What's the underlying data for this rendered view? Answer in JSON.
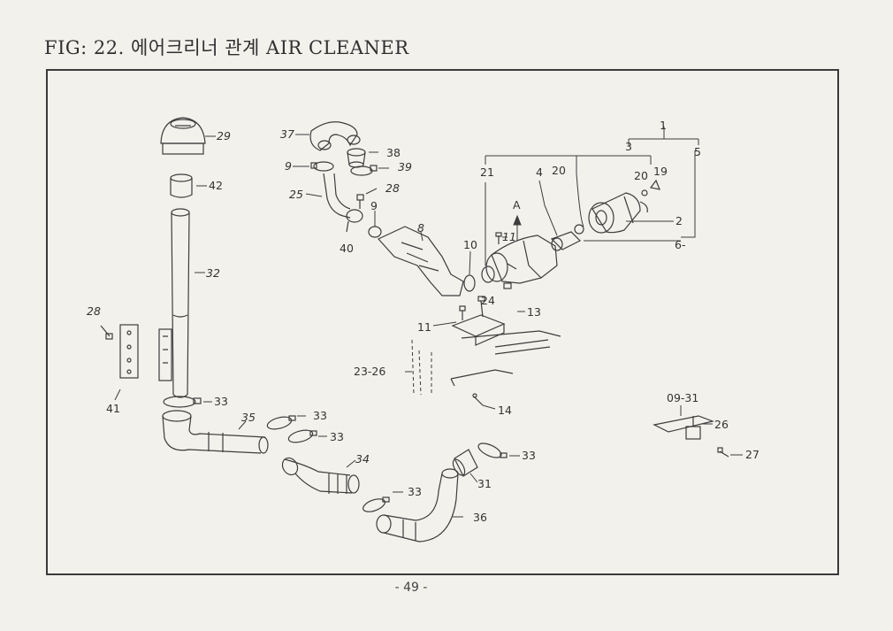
{
  "figure": {
    "title": "FIG: 22. 에어크리너 관계 AIR CLEANER"
  },
  "page": {
    "number": "- 49 -"
  },
  "callouts": {
    "c1": "1",
    "c2": "2",
    "c3": "3",
    "c4": "4",
    "c5": "5",
    "c6": "6-",
    "c8": "8",
    "c9a": "9",
    "c9b": "9",
    "c10": "10",
    "c11a": "11",
    "c11b": "11",
    "c13": "13",
    "c14": "14",
    "c19": "19",
    "c20a": "20",
    "c20b": "20",
    "c21": "21",
    "c23_26": "23-26",
    "c24": "24",
    "c25": "25",
    "c26": "26",
    "c27": "27",
    "c28a": "28",
    "c28b": "28",
    "c29": "29",
    "c31": "31",
    "c32": "32",
    "c33a": "33",
    "c33b": "33",
    "c33c": "33",
    "c33d": "33",
    "c33e": "33",
    "c34": "34",
    "c35": "35",
    "c36": "36",
    "c37": "37",
    "c38": "38",
    "c39": "39",
    "c40": "40",
    "c41": "41",
    "c42": "42",
    "cA": "A",
    "c0931": "09-31"
  }
}
